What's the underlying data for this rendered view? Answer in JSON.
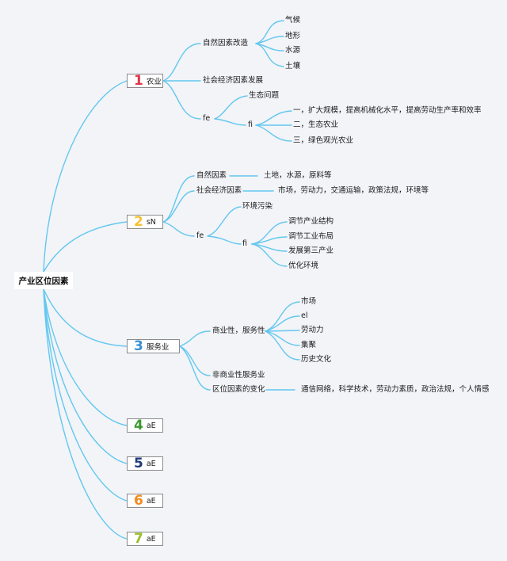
{
  "root": "产业区位因素",
  "colors": {
    "line": "#63c7ef",
    "n1": "#e2384c",
    "n2": "#f5c233",
    "n3": "#3a8fd1",
    "n4": "#3c9a2e",
    "n5": "#1f3a7a",
    "n6": "#f28a1e",
    "n7": "#9bbf2a"
  },
  "branches": [
    {
      "num": "1",
      "label": "农业",
      "children": [
        {
          "label": "自然因素改造",
          "items": [
            "气候",
            "地形",
            "水源",
            "土壤"
          ]
        },
        {
          "label": "社会经济因素发展"
        },
        {
          "label": "fe",
          "sub1": "生态问题",
          "sub2": "fi",
          "items": [
            "一，扩大规模，提高机械化水平，提高劳动生产率和效率",
            "二，生态农业",
            "三，绿色观光农业"
          ]
        }
      ]
    },
    {
      "num": "2",
      "label": "sN",
      "children": [
        {
          "label": "自然因素",
          "detail": "土地，水源，原料等"
        },
        {
          "label": "社会经济因素",
          "detail": "市场，劳动力，交通运输，政策法规，环境等"
        },
        {
          "label": "fe",
          "sub1": "环境污染",
          "sub2": "fi",
          "items": [
            "调节产业结构",
            "调节工业布局",
            "发展第三产业",
            "优化环境"
          ]
        }
      ]
    },
    {
      "num": "3",
      "label": "服务业",
      "children": [
        {
          "label": "商业性，服务性",
          "items": [
            "市场",
            "el",
            "劳动力",
            "集聚",
            "历史文化"
          ]
        },
        {
          "label": "非商业性服务业"
        },
        {
          "label": "区位因素的变化",
          "detail": "通信网络，科学技术，劳动力素质，政治法规，个人情感"
        }
      ]
    },
    {
      "num": "4",
      "label": "aE"
    },
    {
      "num": "5",
      "label": "aE"
    },
    {
      "num": "6",
      "label": "aE"
    },
    {
      "num": "7",
      "label": "aE"
    }
  ]
}
